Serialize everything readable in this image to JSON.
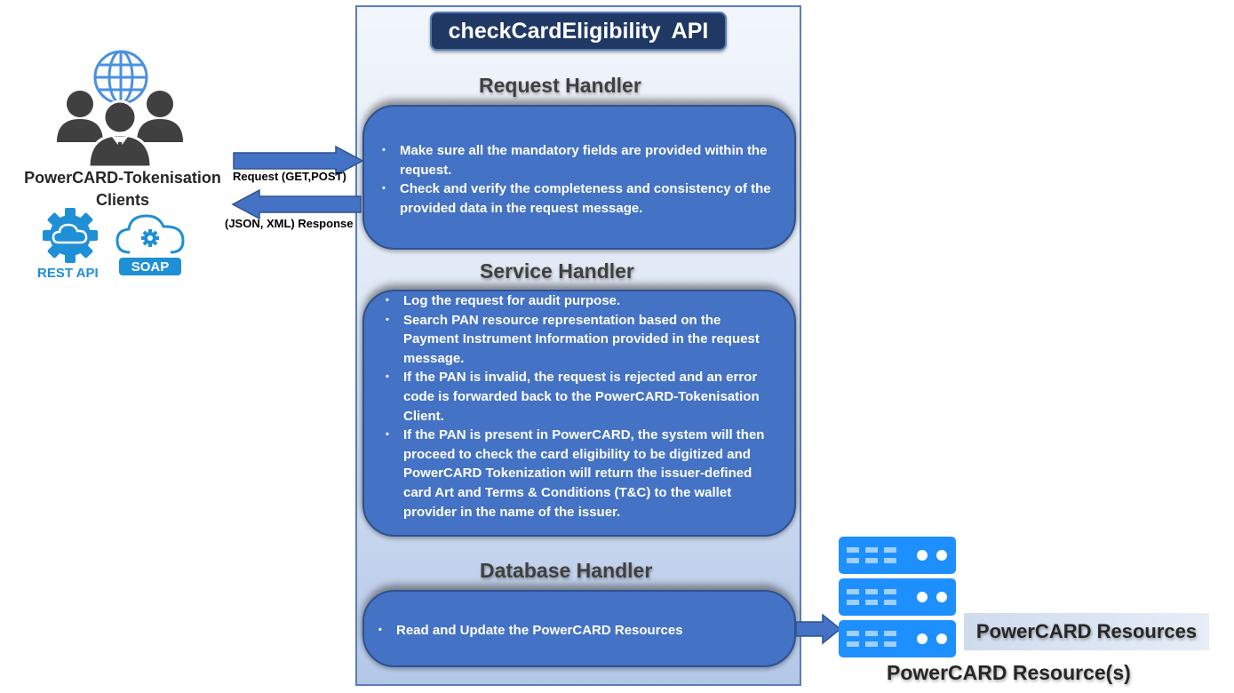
{
  "api": {
    "title": "checkCardEligibility  API"
  },
  "client": {
    "label_line1": "PowerCARD-Tokenisation",
    "label_line2": "Clients",
    "rest_label": "REST API",
    "soap_label": "SOAP",
    "request_label": "Request (GET,POST)",
    "response_label": "(JSON, XML) Response"
  },
  "request_handler": {
    "heading": "Request Handler",
    "items": [
      "Make sure all the mandatory fields are provided within the request.",
      "Check and verify the completeness and consistency of the provided data in the request message."
    ]
  },
  "service_handler": {
    "heading": "Service Handler",
    "items": [
      "Log the request for audit purpose.",
      "Search PAN resource representation based on the Payment Instrument Information provided in the request message.",
      "If the PAN is invalid, the request is rejected and an error code is forwarded back to the PowerCARD-Tokenisation Client.",
      "If the PAN is present in PowerCARD, the system will then proceed to check the card eligibility to be digitized and PowerCARD Tokenization will return the issuer-defined card Art and Terms & Conditions (T&C) to the wallet provider in the name of the issuer."
    ]
  },
  "database_handler": {
    "heading": "Database Handler",
    "items": [
      "Read and Update the PowerCARD Resources"
    ]
  },
  "resources": {
    "label": "PowerCARD Resources",
    "caption": "PowerCARD Resource(s)"
  },
  "colors": {
    "box_fill": "#4472c4",
    "title_fill": "#1f3864",
    "arrow_fill": "#4472c4",
    "server_fill": "#1e8fff",
    "icon_blue": "#1f8fd6"
  }
}
